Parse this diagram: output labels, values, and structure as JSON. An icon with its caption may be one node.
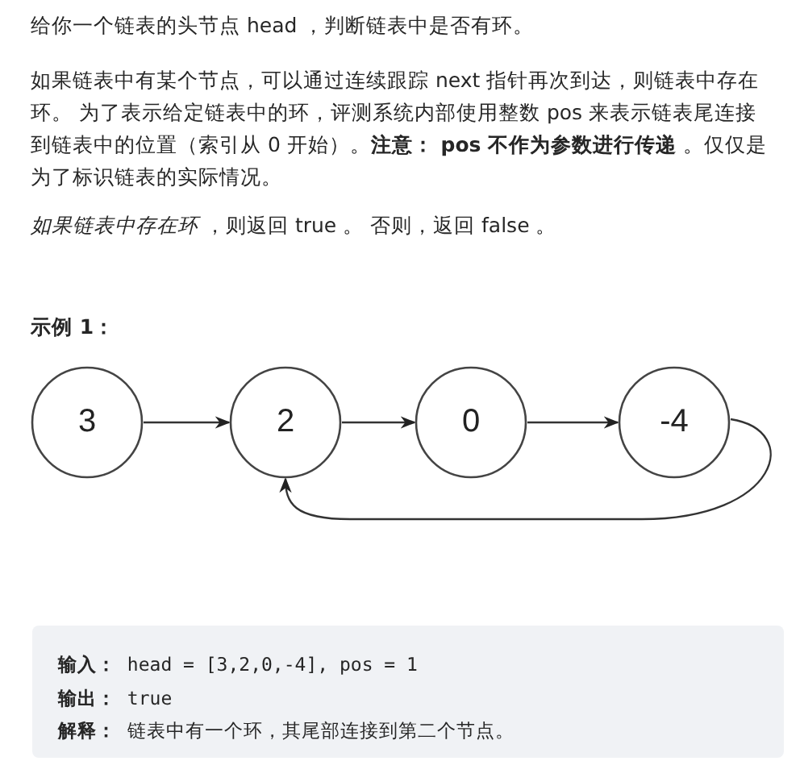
{
  "diagram": {
    "nodes": [
      {
        "text": [
          "3"
        ]
      },
      {
        "text": [
          "2"
        ]
      },
      {
        "text": [
          "0"
        ]
      },
      {
        "text": [
          "-4"
        ]
      }
    ],
    "edges": [
      {
        "from": 0,
        "to": 1,
        "arrow": "to"
      },
      {
        "from": 1,
        "to": 2,
        "arrow": "to"
      },
      {
        "from": 2,
        "to": 3,
        "arrow": "to"
      },
      {
        "from": 3,
        "to": 1,
        "arrow": "to"
      }
    ],
    "labels": [
      "给你一个链表的头节点 head ，判断链表中是否有环。",
      "如果链表中有某个节点，可以通过连续跟踪 next 指针再次到达，则链表中存在环。 为了表示给定链表中的环，评测系统内部使用整数 pos 来表示链表尾连接到链表中的位置（索引从 0 开始）。**注意： pos 不作为参数进行传递** 。仅仅是为了标识链表的实际情况。",
      "*如果链表中存在环* ，则返回 true 。 否则，返回 false 。",
      "示例 1：",
      "**输入：** head = [3,2,0,-4], pos = 1",
      "**输出：** true",
      "**解释：** 链表中有一个环，其尾部连接到第二个节点。"
    ]
  }
}
